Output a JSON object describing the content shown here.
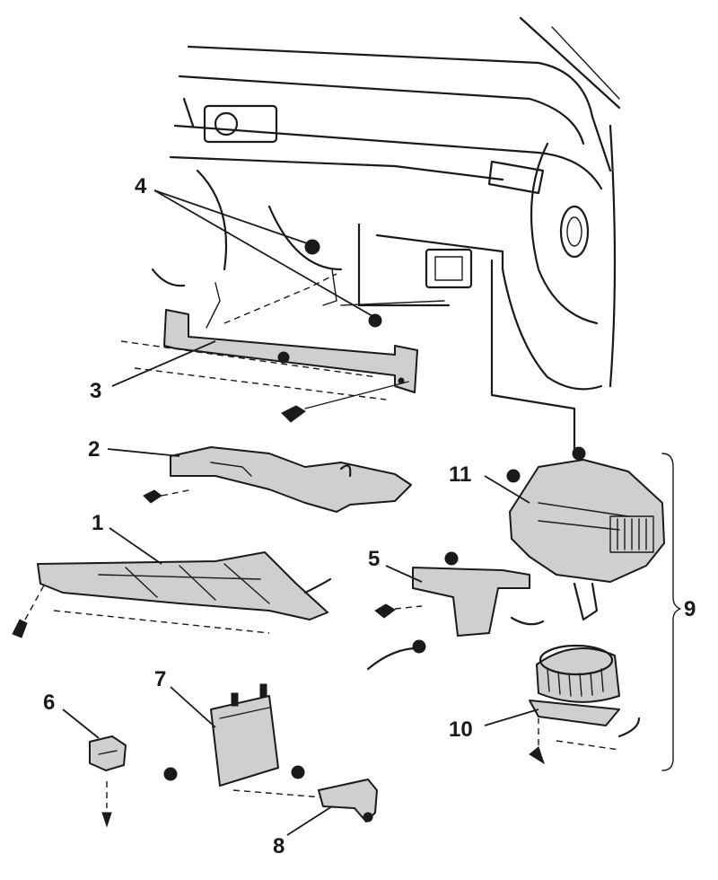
{
  "callouts": {
    "c1": "1",
    "c2": "2",
    "c3": "3",
    "c4": "4",
    "c5": "5",
    "c6": "6",
    "c7": "7",
    "c8": "8",
    "c9": "9",
    "c10": "10",
    "c11": "11"
  },
  "colors": {
    "ink": "#1a1a1a",
    "fill": "#cfcfcf",
    "background": "#ffffff"
  }
}
